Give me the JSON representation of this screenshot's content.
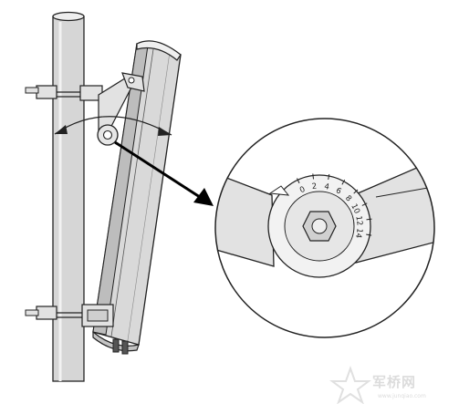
{
  "scale": {
    "labels": [
      "0",
      "2",
      "4",
      "6",
      "8",
      "10",
      "12",
      "14"
    ]
  },
  "watermark": {
    "text": "军桥网",
    "url": "www.junqiao.com"
  },
  "colors": {
    "line": "#222222",
    "pole_fill": "#d6d6d6",
    "panel_fill": "#d9d9d9",
    "panel_dark": "#bdbdbd",
    "metal_fill": "#e2e2e2",
    "arrow": "#000000"
  },
  "icons": {
    "pointer": "arrow-icon",
    "tilt_indicator": "double-arrow-icon"
  }
}
